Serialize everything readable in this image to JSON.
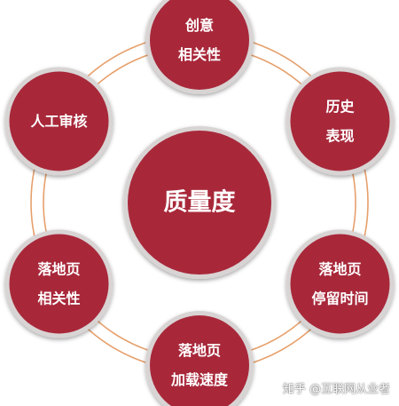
{
  "colors": {
    "node_fill": "#a8283a",
    "node_ring": "#d9d4d4",
    "ring_line": "#e6a06c",
    "text": "#ffffff"
  },
  "center": {
    "label": "质量度"
  },
  "nodes": [
    {
      "id": "creative",
      "lines": [
        "创意",
        "相关性"
      ]
    },
    {
      "id": "history",
      "lines": [
        "历史",
        "表现"
      ]
    },
    {
      "id": "landing-dwell",
      "lines": [
        "落地页",
        "停留时间"
      ]
    },
    {
      "id": "landing-speed",
      "lines": [
        "落地页",
        "加载速度"
      ]
    },
    {
      "id": "landing-relevance",
      "lines": [
        "落地页",
        "相关性"
      ]
    },
    {
      "id": "manual-review",
      "lines": [
        "人工审核"
      ]
    }
  ],
  "watermark": "知乎 @互联网从业者"
}
